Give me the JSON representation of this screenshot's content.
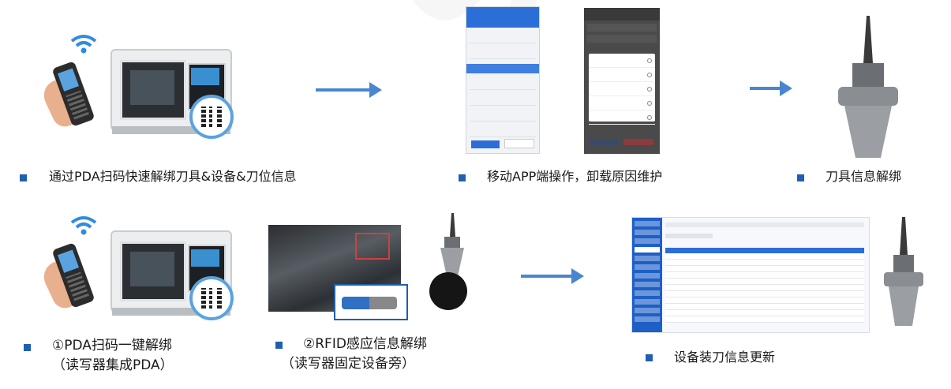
{
  "captions": {
    "pda_unbind": "通过PDA扫码快速解绑刀具&设备&刀位信息",
    "app_unload": "移动APP端操作，卸载原因维护",
    "tool_unbind": "刀具信息解绑",
    "pda_one_key_line1": "①PDA扫码一键解绑",
    "pda_one_key_line2": "（读写器集成PDA）",
    "rfid_line1": "②RFID感应信息解绑",
    "rfid_line2": "（读写器固定设备旁）",
    "device_update": "设备装刀信息更新"
  },
  "colors": {
    "accent": "#1f5fae",
    "arrow": "#4a86d0",
    "app_blue": "#2c6ed8"
  },
  "icons": [
    "wifi-icon",
    "qr-code-icon",
    "arrow-right-icon",
    "tool-holder-icon"
  ]
}
